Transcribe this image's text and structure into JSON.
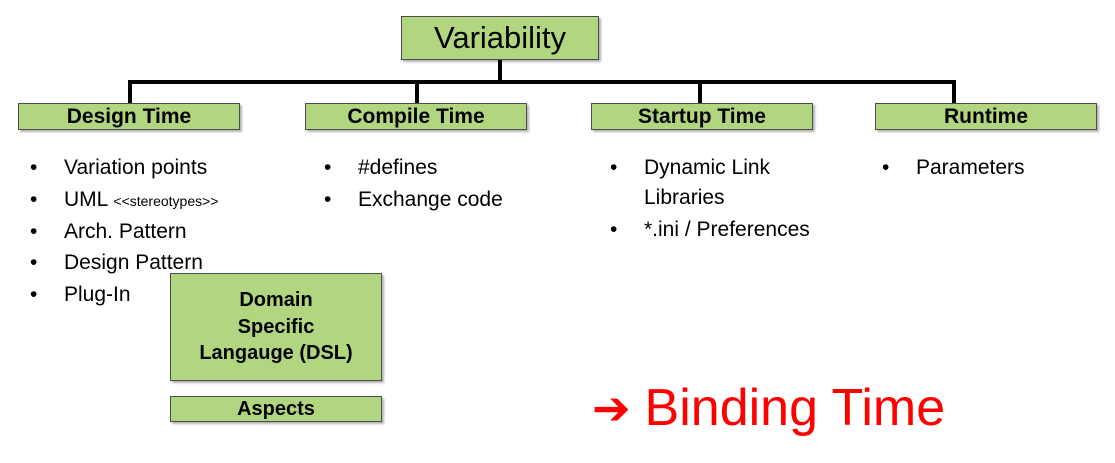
{
  "diagram": {
    "root": {
      "label": "Variability"
    },
    "colors": {
      "box_fill": "#b2d57f",
      "box_border": "#4d4d4d",
      "connector": "#000000",
      "callout": "#fe0000",
      "text": "#000000",
      "background": "#ffffff"
    },
    "branches": [
      {
        "header": "Design Time",
        "items": [
          {
            "text": "Variation points"
          },
          {
            "text": "UML ",
            "note": "<<stereotypes>>"
          },
          {
            "text": "Arch. Pattern"
          },
          {
            "text": "Design Pattern"
          },
          {
            "text": "Plug-In"
          }
        ]
      },
      {
        "header": "Compile Time",
        "items": [
          {
            "text": "#defines"
          },
          {
            "text": "Exchange code"
          }
        ]
      },
      {
        "header": "Startup Time",
        "items": [
          {
            "text": "Dynamic Link Libraries"
          },
          {
            "text": "*.ini / Preferences"
          }
        ]
      },
      {
        "header": "Runtime",
        "items": [
          {
            "text": "Parameters"
          }
        ]
      }
    ],
    "extra_boxes": [
      {
        "line1": "Domain",
        "line2": "Specific",
        "line3": "Langauge (DSL)"
      },
      {
        "line1": "Aspects"
      }
    ],
    "callout": {
      "arrow": "➔",
      "arrow_icon_name": "right-arrow-icon",
      "label": "Binding Time"
    }
  }
}
